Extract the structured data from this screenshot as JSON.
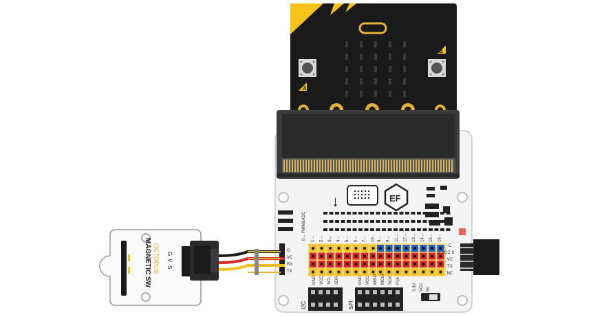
{
  "microbit": {
    "button_a": "A",
    "button_b": "B",
    "board_color": "#1a1a1a",
    "accent_color": "#f7c31a",
    "gold_color": "#e2b23c"
  },
  "expansion_board": {
    "board_color": "#f4f4f4",
    "pwm_adc_label": "0→ PWM&ADC",
    "top_pin_numbers": [
      "1",
      "2",
      "3",
      "4",
      "5",
      "6",
      "7",
      "10",
      "8",
      "9",
      "11",
      "12",
      "13",
      "14",
      "15",
      "16"
    ],
    "bottom_labels": [
      "GND",
      "VCC",
      "SCL",
      "SDA"
    ],
    "spi_labels": [
      "GND",
      "VCC",
      "MISO",
      "MOSI",
      "SCK",
      "P16"
    ],
    "i2c_label": "I2C",
    "spi_label": "SPI",
    "power_switch_labels": [
      "3.3V",
      "VCC",
      "5V"
    ],
    "uart_labels": [
      "G",
      "VC",
      "RX",
      "TX"
    ],
    "right_header_labels": [
      "C",
      "G VCC S",
      "VC",
      "TX",
      "NC"
    ],
    "pin_colors": {
      "signal": "#f2c21b",
      "vcc": "#d8262b",
      "gnd": "#1a1a1a",
      "blue": "#1f5fc5"
    },
    "rows_per_group": 8
  },
  "sensor": {
    "name": "MAGNETIC SW",
    "brand": "OCTOPUS",
    "pin_labels": [
      "G",
      "V",
      "S"
    ],
    "wire_colors": [
      "#1a1a1a",
      "#d8262b",
      "#f2c21b"
    ]
  }
}
